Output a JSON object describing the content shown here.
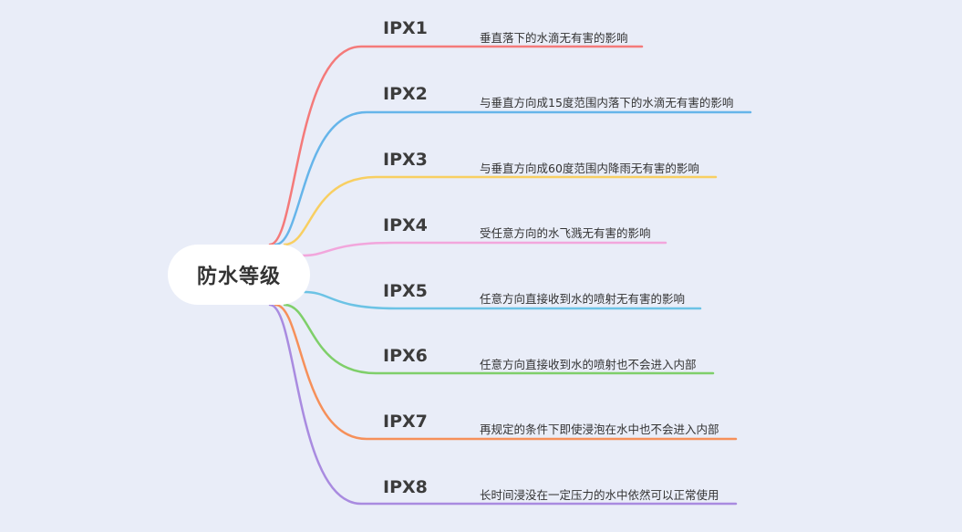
{
  "root": {
    "label": "防水等级"
  },
  "branches": [
    {
      "code": "IPX1",
      "description": "垂直落下的水滴无有害的影响",
      "color": "#f47a7a"
    },
    {
      "code": "IPX2",
      "description": "与垂直方向成15度范围内落下的水滴无有害的影响",
      "color": "#66b5ea"
    },
    {
      "code": "IPX3",
      "description": "与垂直方向成60度范围内降雨无有害的影响",
      "color": "#f8cf62"
    },
    {
      "code": "IPX4",
      "description": "受任意方向的水飞溅无有害的影响",
      "color": "#f2a6dc"
    },
    {
      "code": "IPX5",
      "description": "任意方向直接收到水的喷射无有害的影响",
      "color": "#6cc3e5"
    },
    {
      "code": "IPX6",
      "description": "任意方向直接收到水的喷射也不会进入内部",
      "color": "#7fcf6a"
    },
    {
      "code": "IPX7",
      "description": "再规定的条件下即使浸泡在水中也不会进入内部",
      "color": "#f6905a"
    },
    {
      "code": "IPX8",
      "description": "长时间浸没在一定压力的水中依然可以正常使用",
      "color": "#a98be0"
    }
  ]
}
